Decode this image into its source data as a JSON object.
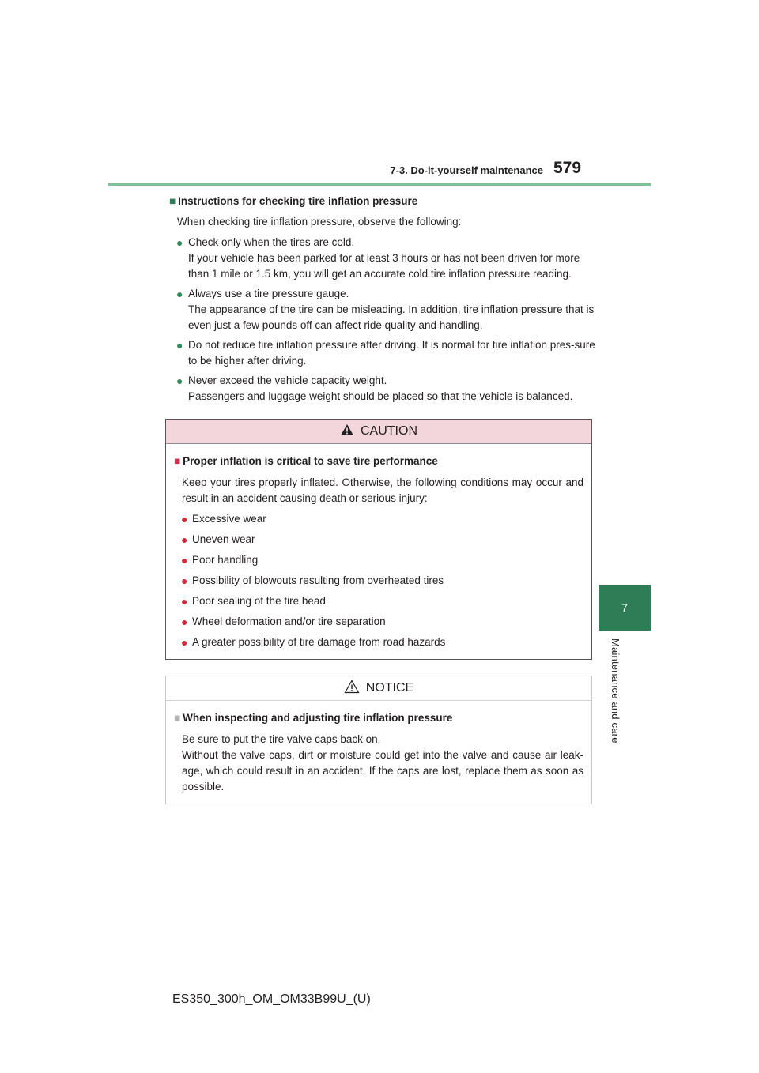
{
  "header": {
    "section_title": "7-3. Do-it-yourself maintenance",
    "page_number": "579"
  },
  "side_tab": {
    "number": "7",
    "label": "Maintenance and care"
  },
  "section": {
    "heading": "Instructions for checking tire inflation pressure",
    "intro": "When checking tire inflation pressure, observe the following:",
    "bullets": [
      "Check only when the tires are cold.",
      "If your vehicle has been parked for at least 3 hours or has not been driven for more than 1 mile or 1.5 km, you will get an accurate cold tire inflation pressure reading.",
      "Always use a tire pressure gauge.",
      "The appearance of the tire can be misleading. In addition, tire inflation pressure that is even just a few pounds off can affect ride quality and handling.",
      "Do not reduce tire inflation pressure after driving. It is normal for tire inflation pres-sure to be higher after driving.",
      "Never exceed the vehicle capacity weight.",
      "Passengers and luggage weight should be placed so that the vehicle is balanced."
    ]
  },
  "caution": {
    "title": "CAUTION",
    "heading": "Proper inflation is critical to save tire performance",
    "intro": "Keep your tires properly inflated. Otherwise, the following conditions may occur and result in an accident causing death or serious injury:",
    "items": [
      "Excessive wear",
      "Uneven wear",
      "Poor handling",
      "Possibility of blowouts resulting from overheated tires",
      "Poor sealing of the tire bead",
      "Wheel deformation and/or tire separation",
      "A greater possibility of tire damage from road hazards"
    ]
  },
  "notice": {
    "title": "NOTICE",
    "heading": "When inspecting and adjusting tire inflation pressure",
    "lines": [
      "Be sure to put the tire valve caps back on.",
      "Without the valve caps, dirt or moisture could get into the valve and cause air leak-age, which could result in an accident. If the caps are lost, replace them as soon as possible."
    ]
  },
  "footer": {
    "doc_code": "ES350_300h_OM_OM33B99U_(U)"
  },
  "colors": {
    "accent_green": "#2e7d57",
    "caution_band": "#f3d6dc",
    "caution_bullet": "#d12a3a"
  }
}
